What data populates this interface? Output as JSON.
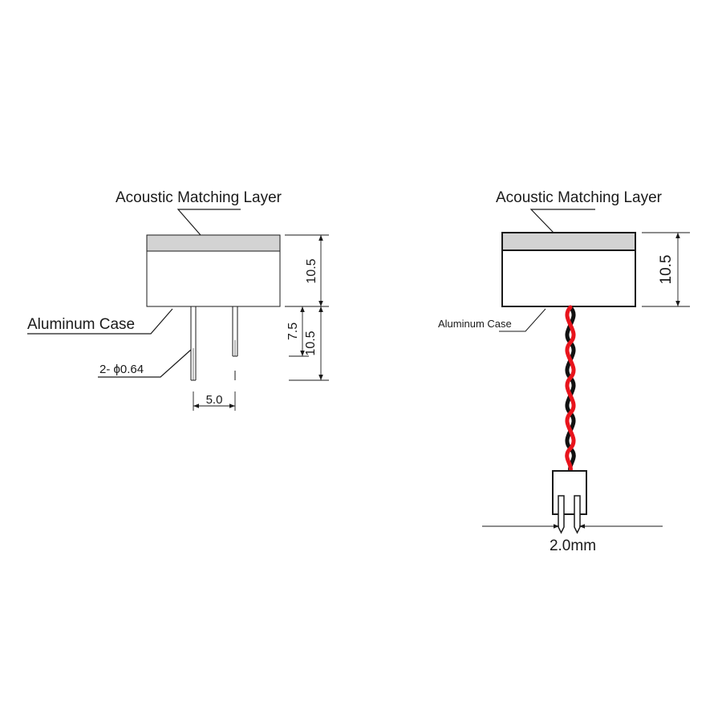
{
  "left_view": {
    "acoustic_layer_label": "Acoustic Matching Layer",
    "aluminum_case_label": "Aluminum Case",
    "pin_spec_label": "2- ϕ0.64",
    "pin_spacing": "5.0",
    "body_height": "10.5",
    "pin_length": "10.5",
    "pin_sub_length": "7.5"
  },
  "right_view": {
    "acoustic_layer_label": "Acoustic Matching Layer",
    "aluminum_case_label": "Aluminum Case",
    "body_height": "10.5",
    "connector_pitch": "2.0mm"
  },
  "colors": {
    "matching_layer": "#d3d3d3",
    "wire_red": "#e8141c",
    "wire_black": "#111111"
  }
}
